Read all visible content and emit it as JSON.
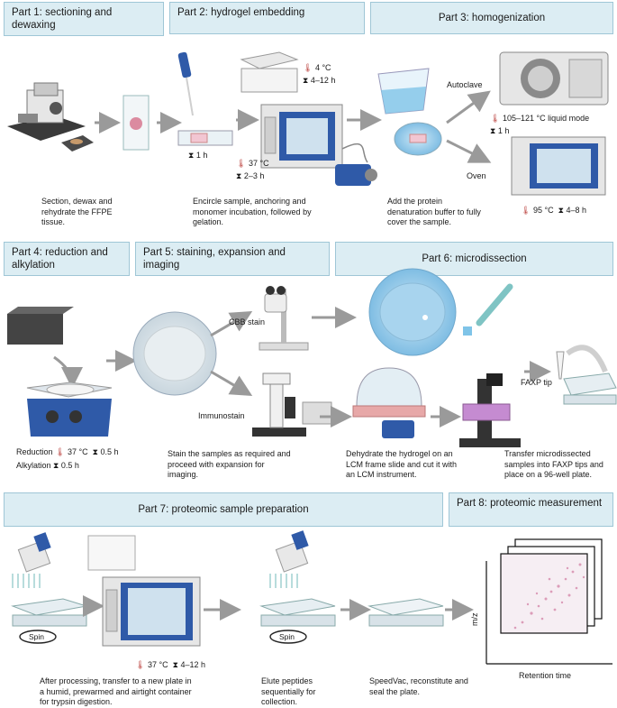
{
  "parts": {
    "p1": "Part 1: sectioning and dewaxing",
    "p2": "Part 2: hydrogel embedding",
    "p3": "Part 3: homogenization",
    "p4": "Part 4: reduction and alkylation",
    "p5": "Part 5: staining, expansion and imaging",
    "p6": "Part 6: microdissection",
    "p7": "Part 7: proteomic sample preparation",
    "p8": "Part 8: proteomic measurement"
  },
  "captions": {
    "p1": "Section, dewax and rehydrate the FFPE tissue.",
    "p2": "Encircle sample, anchoring and monomer incubation, followed by gelation.",
    "p3": "Add the protein denaturation buffer to fully cover the sample.",
    "p5": "Stain the samples as required and proceed with expansion for imaging.",
    "p6a": "Dehydrate the hydrogel on an LCM frame slide and cut it with an LCM instrument.",
    "p6b": "Transfer microdissected samples into FAXP tips and place on a 96-well plate.",
    "p7a": "After processing, transfer to a new plate in a humid, prewarmed and airtight container for trypsin digestion.",
    "p7b": "Elute peptides sequentially for collection.",
    "p7c": "SpeedVac, reconstitute and seal the plate."
  },
  "labels": {
    "p2_time1": "1 h",
    "p2_temp_cold": "4 °C",
    "p2_time_cold": "4–12 h",
    "p2_temp_warm": "37 °C",
    "p2_time_warm": "2–3 h",
    "autoclave": "Autoclave",
    "oven": "Oven",
    "autoclave_temp": "105–121 °C liquid mode",
    "autoclave_time": "1 h",
    "oven_temp": "95 °C",
    "oven_time": "4–8 h",
    "reduction": "Reduction",
    "reduction_temp": "37 °C",
    "reduction_time": "0.5 h",
    "alkylation": "Alkylation",
    "alkylation_time": "0.5 h",
    "cbb": "CBB stain",
    "immuno": "Immunostain",
    "faxp": "FAXP tip",
    "spin1": "Spin",
    "spin2": "Spin",
    "p7_temp": "37 °C",
    "p7_time": "4–12 h",
    "yaxis": "m/z",
    "xaxis": "Retention time"
  },
  "colors": {
    "header_bg": "#dcedf3",
    "header_border": "#9fc6d6",
    "arrow": "#9a9a9a",
    "oven_blue": "#2f5aa8",
    "liquid": "#7fc4e8",
    "tissue": "#d4708a"
  }
}
